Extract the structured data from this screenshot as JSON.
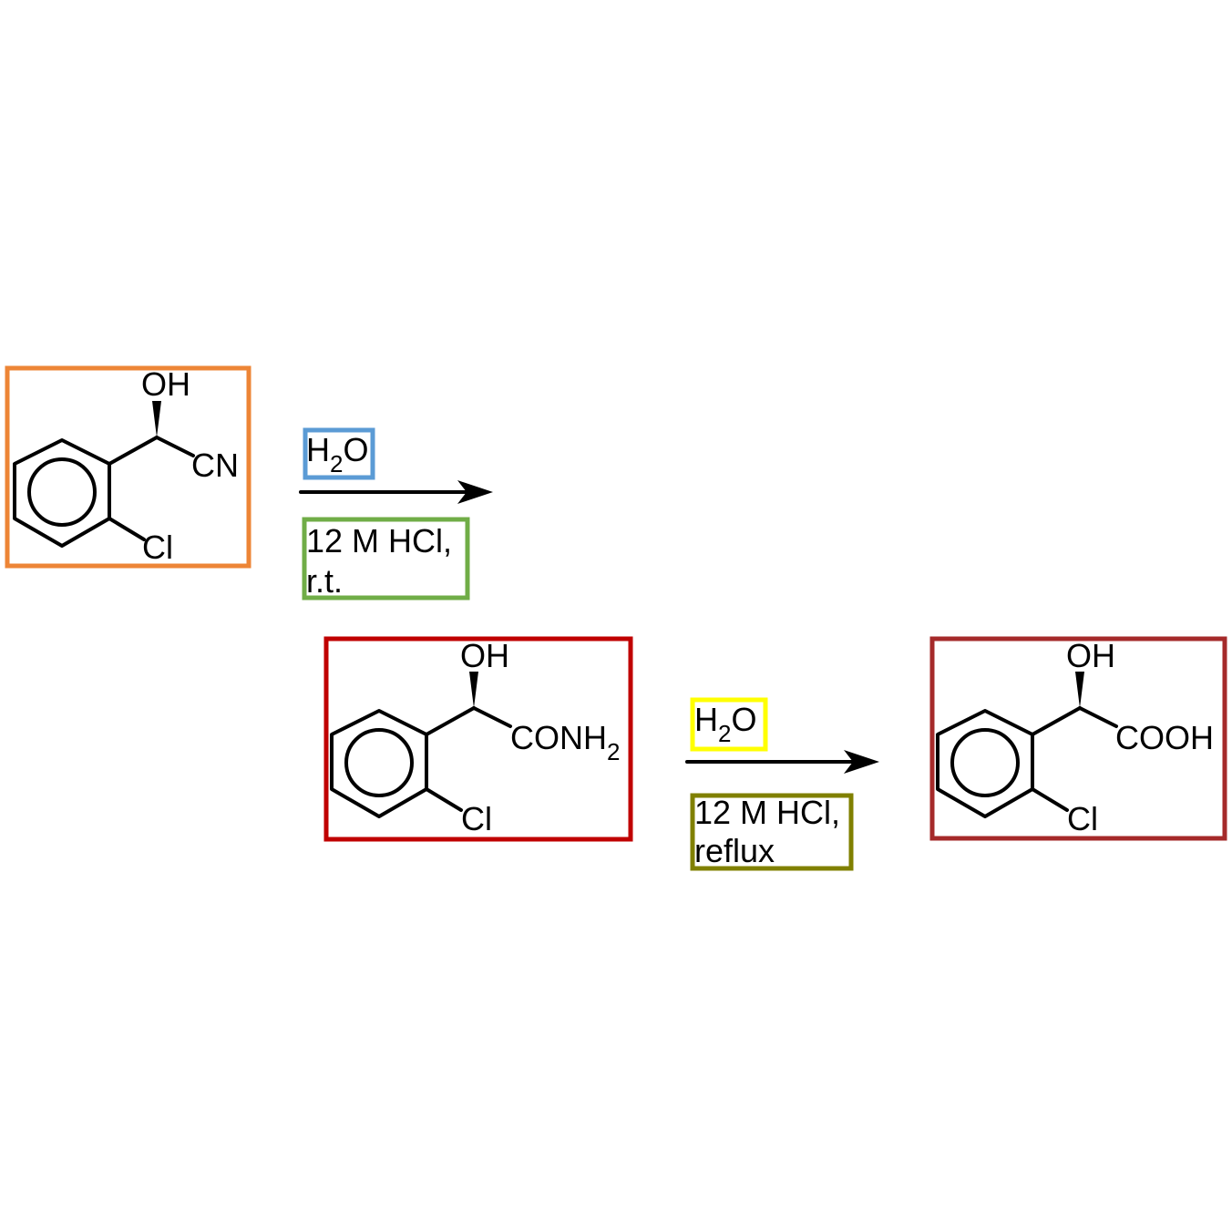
{
  "scheme": {
    "molecules": [
      {
        "id": "reactant",
        "box_color": "#ED8536",
        "oh": "OH",
        "sub": "CN",
        "cl": "Cl"
      },
      {
        "id": "intermediate",
        "box_color": "#C00000",
        "oh": "OH",
        "sub": "CONH",
        "sub_index": "2",
        "cl": "Cl"
      },
      {
        "id": "product",
        "box_color": "#A52A2A",
        "oh": "OH",
        "sub": "COOH",
        "cl": "Cl"
      }
    ],
    "step1": {
      "above": {
        "main": "H",
        "index": "2",
        "tail": "O",
        "box_color": "#5B9BD5"
      },
      "below": {
        "line1": "12 M HCl,",
        "line2": "r.t.",
        "box_color": "#70AD47"
      }
    },
    "step2": {
      "above": {
        "main": "H",
        "index": "2",
        "tail": "O",
        "box_color": "#FFFF00"
      },
      "below": {
        "line1": "12 M HCl,",
        "line2": "reflux",
        "box_color": "#808000"
      }
    }
  }
}
